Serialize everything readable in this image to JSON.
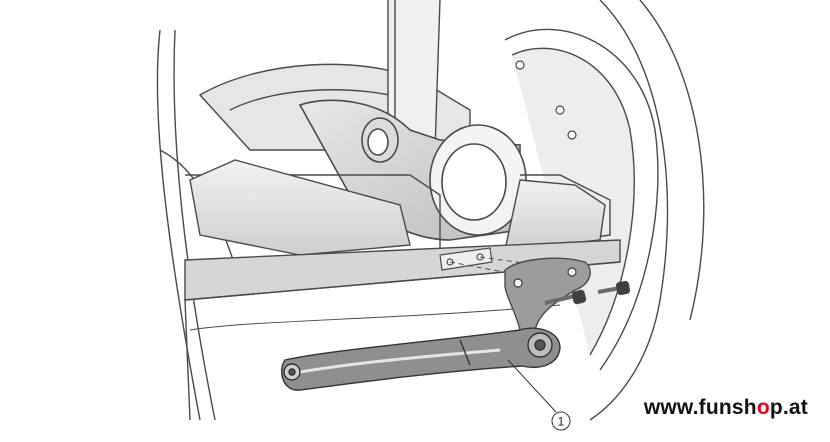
{
  "callout": {
    "number": "1"
  },
  "brand": {
    "prefix": "www.funsh",
    "accent_letter": "o",
    "suffix": "p.at"
  },
  "colors": {
    "line": "#4a4a4a",
    "shade": "#d6d6d6",
    "shade_dark": "#a9a9a9",
    "part_fill": "#8f8f8f",
    "brand_text": "#111111",
    "brand_accent": "#e3001b"
  }
}
